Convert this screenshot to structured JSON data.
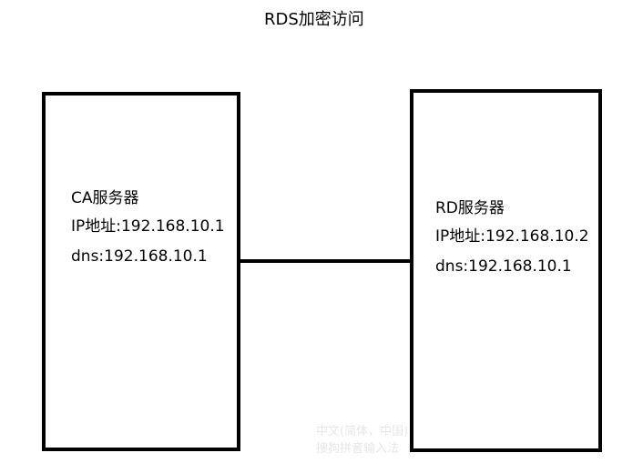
{
  "title": "RDS加密访问",
  "ca_server": {
    "name": "CA服务器",
    "ip": "IP地址:192.168.10.1",
    "dns": "dns:192.168.10.1"
  },
  "rd_server": {
    "name": "RD服务器",
    "ip": "IP地址:192.168.10.2",
    "dns": "dns:192.168.10.1"
  },
  "ime_watermark": {
    "line1": "中文(简体，中国)",
    "line2": "搜狗拼音输入法"
  }
}
